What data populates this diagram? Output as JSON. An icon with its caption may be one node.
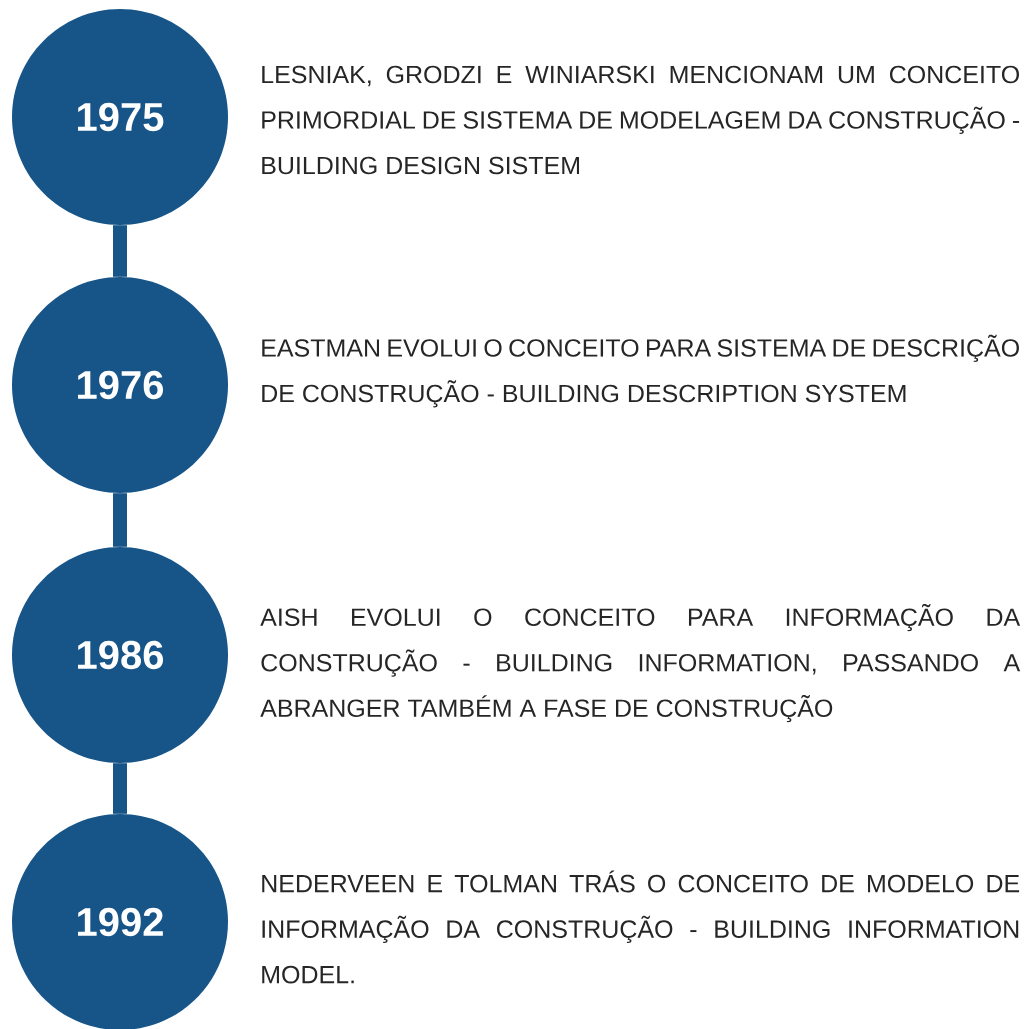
{
  "diagram": {
    "nodes": [
      {
        "text": [
          "1975"
        ],
        "beside": [
          "LESNIAK, GRODZI E WINIARSKI MENCIONAM UM CONCEITO PRIMORDIAL DE SISTEMA DE MODELAGEM DA CONSTRUÇÃO - BUILDING DESIGN SISTEM"
        ]
      },
      {
        "text": [
          "1976"
        ],
        "beside": [
          "EASTMAN EVOLUI O CONCEITO PARA SISTEMA DE DESCRIÇÃO DE CONSTRUÇÃO - BUILDING DESCRIPTION SYSTEM"
        ]
      },
      {
        "text": [
          "1986"
        ],
        "beside": [
          "AISH EVOLUI O CONCEITO PARA INFORMAÇÃO DA CONSTRUÇÃO - BUILDING INFORMATION, PASSANDO A ABRANGER TAMBÉM A FASE DE CONSTRUÇÃO"
        ]
      },
      {
        "text": [
          "1992"
        ],
        "beside": [
          "NEDERVEEN E TOLMAN TRÁS O CONCEITO DE MODELO DE INFORMAÇÃO DA CONSTRUÇÃO - BUILDING INFORMATION MODEL."
        ]
      }
    ],
    "edges": [
      {
        "from": 0,
        "to": 1,
        "arrow": "none"
      },
      {
        "from": 1,
        "to": 2,
        "arrow": "none"
      },
      {
        "from": 2,
        "to": 3,
        "arrow": "none"
      }
    ]
  }
}
